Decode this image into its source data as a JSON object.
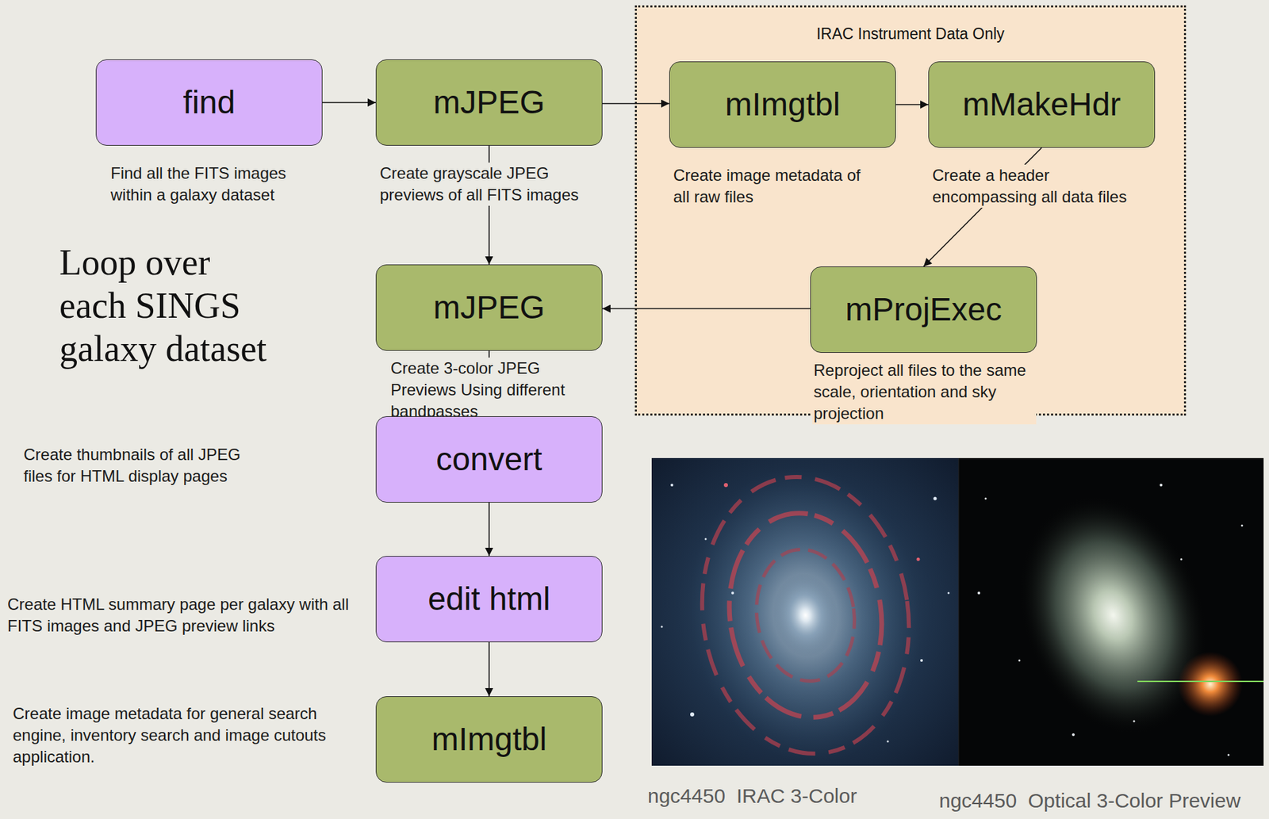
{
  "diagram": {
    "nodes": [
      {
        "text": [
          "find",
          "Find all the FITS images within a galaxy dataset"
        ]
      },
      {
        "text": [
          "mJPEG",
          "Create grayscale JPEG previews of all FITS images"
        ]
      },
      {
        "text": [
          "IRAC Instrument Data Only"
        ]
      },
      {
        "text": [
          "mImgtbl",
          "Create image metadata of all raw files"
        ],
        "in": 2
      },
      {
        "text": [
          "mMakeHdr",
          "Create a header encompassing all data files"
        ],
        "in": 2
      },
      {
        "text": [
          "mProjExec",
          "Reproject all files to the same scale, orientation and sky projection"
        ],
        "in": 2
      },
      {
        "text": [
          "mJPEG",
          "Create 3-color JPEG Previews Using different bandpasses"
        ]
      },
      {
        "text": [
          "convert",
          "Create thumbnails of all JPEG files for HTML display pages"
        ]
      },
      {
        "text": [
          "edit html",
          "Create HTML summary page per galaxy with all FITS images and JPEG preview links"
        ]
      },
      {
        "text": [
          "mImgtbl",
          "Create image metadata for general search engine, inventory search and image cutouts application."
        ]
      }
    ],
    "edges": [
      {
        "from": 0,
        "to": 1,
        "arrow": "to"
      },
      {
        "from": 1,
        "to": 3,
        "arrow": "to"
      },
      {
        "from": 3,
        "to": 4,
        "arrow": "to"
      },
      {
        "from": 4,
        "to": 5,
        "arrow": "to"
      },
      {
        "from": 5,
        "to": 6,
        "arrow": "to"
      },
      {
        "from": 1,
        "to": 6,
        "arrow": "to"
      },
      {
        "from": 6,
        "to": 7,
        "arrow": "to"
      },
      {
        "from": 7,
        "to": 8,
        "arrow": "to"
      },
      {
        "from": 8,
        "to": 9,
        "arrow": "to"
      }
    ],
    "labels": [
      "Loop over each SINGS galaxy dataset",
      "ngc4450  IRAC 3-Color",
      "ngc4450  Optical 3-Color Preview"
    ]
  }
}
